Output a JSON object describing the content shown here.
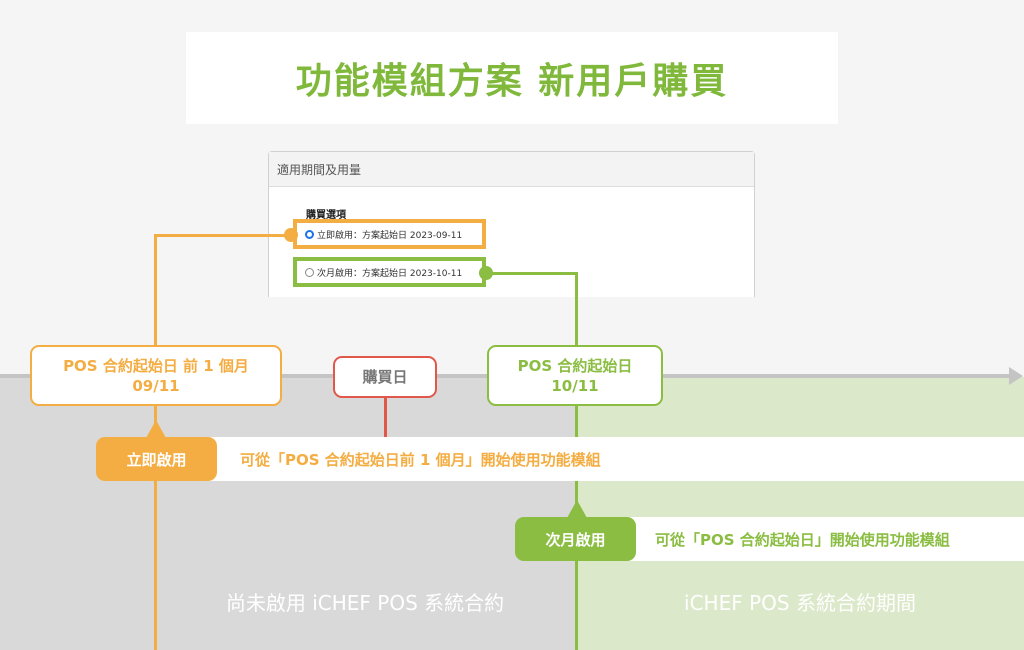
{
  "title": "功能模組方案 新用戶購買",
  "card": {
    "header": "適用期間及用量",
    "section_label": "購買選項",
    "options": [
      {
        "label": "立即啟用：方案起始日 2023-09-11",
        "selected": true
      },
      {
        "label": "次月啟用：方案起始日 2023-10-11",
        "selected": false
      }
    ]
  },
  "markers": {
    "pre_month": {
      "line1": "POS 合約起始日 前 1 個月",
      "line2": "09/11"
    },
    "purchase": {
      "label": "購買日"
    },
    "start": {
      "line1": "POS 合約起始日",
      "line2": "10/11"
    }
  },
  "immediate": {
    "pill": "立即啟用",
    "desc": "可從「POS 合約起始日前 1 個月」開始使用功能模組"
  },
  "next_month": {
    "pill": "次月啟用",
    "desc": "可從「POS 合約起始日」開始使用功能模組"
  },
  "zones": {
    "before": "尚未啟用 iCHEF POS 系統合約",
    "during": "iCHEF POS 系統合約期間"
  },
  "colors": {
    "orange": "#f4ad42",
    "green": "#8abd42",
    "red": "#e0584a",
    "gray": "#d9d9d9",
    "light_green": "#dbe8c9"
  }
}
